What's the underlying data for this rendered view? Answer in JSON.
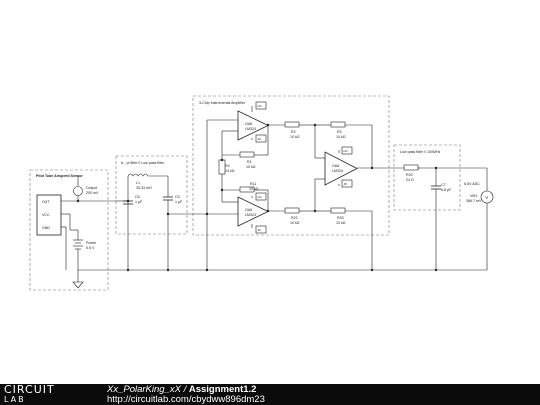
{
  "blocks": {
    "sensor": "Pitot Tube Airspeed Sensor",
    "filter1": "π - pi filter // Low pass filter",
    "amp": "3-Chip Instrumental Amplifier",
    "filter2": "Low pass filter // 100MHz"
  },
  "sensor": {
    "out": "OUT",
    "vcc": "VCC",
    "gnd": "GND",
    "output_name": "Output",
    "output_value": "200 mV",
    "power_name": "Power",
    "power_value": "5.5 V"
  },
  "pi_filter": {
    "l_name": "L1",
    "l_value": "35.33 mH",
    "c1_name": "C6",
    "c1_value": "1 μF",
    "c2_name": "C5",
    "c2_value": "1 μF"
  },
  "amp": {
    "u_top": "OA6",
    "u_top_part": "LM324",
    "u_bot": "OA6",
    "u_bot_part": "LM324",
    "u_diff": "OA6",
    "u_diff_part": "LM324",
    "r1_name": "R1",
    "r1_value": "10 kΩ",
    "r2_name": "R2",
    "r2_value": "10 kΩ",
    "r3_name": "R3",
    "r3_value": "10 kΩ",
    "r4_name": "R4",
    "r4_value": "24 kΩ",
    "r11_name": "R11",
    "r11_value": "10 kΩ",
    "r22_name": "R22",
    "r22_value": "10 kΩ",
    "r33_name": "R33",
    "r33_value": "10 kΩ",
    "vplus": "+9V",
    "vminus": "-9V"
  },
  "lp_filter": {
    "r_name": "R20",
    "r_value": "24 Ω",
    "c_name": "C7",
    "c_value": "6.8 pF"
  },
  "meter": {
    "name": "VM1",
    "value": "366.7 mV",
    "label": "6.6V ADC",
    "symbol": "V"
  },
  "footer": {
    "logo_top": "CIRCUIT",
    "logo_bottom": "LAB",
    "author": "Xx_PolarKing_xX",
    "separator": "/",
    "project": "Assignment1.2",
    "url": "http://circuitlab.com/cbydww896dm23"
  }
}
